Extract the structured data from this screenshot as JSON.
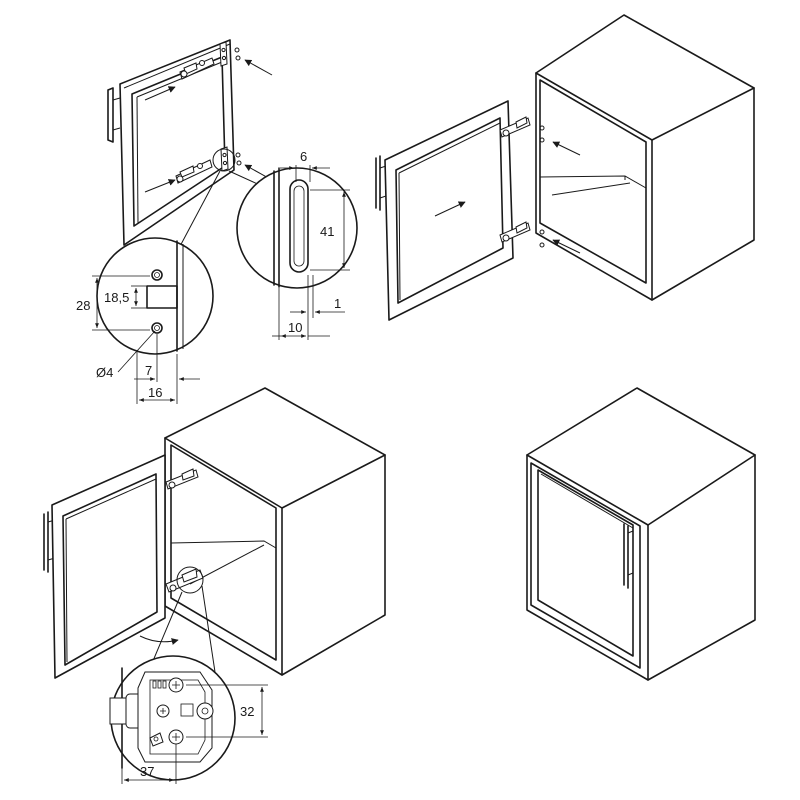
{
  "dimensions": {
    "slot_width": "6",
    "slot_height": "41",
    "slot_edge_offset": "1",
    "slot_center_offset": "10",
    "hole_spacing": "28",
    "recess_height": "18,5",
    "hole_diameter": "Ø4",
    "hole_offset": "7",
    "recess_depth": "16",
    "plate_spacing": "32",
    "plate_setback": "37"
  },
  "colors": {
    "line": "#1a1a1a",
    "background": "#ffffff"
  }
}
